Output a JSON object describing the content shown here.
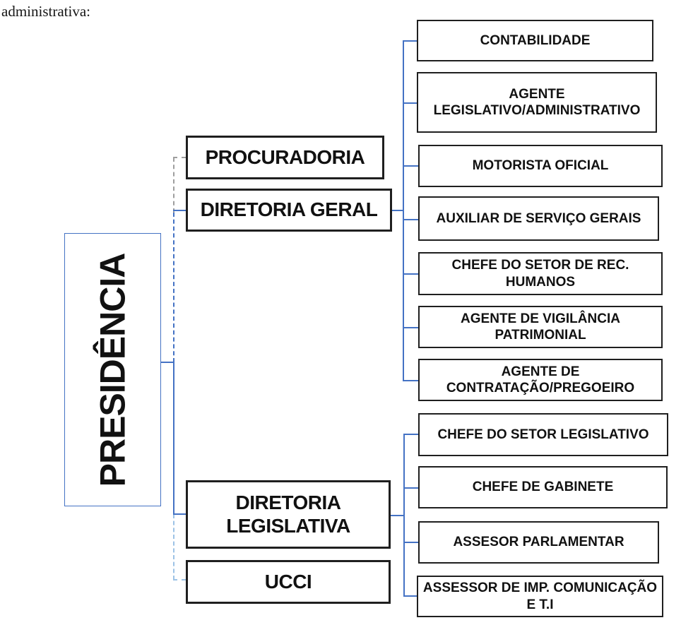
{
  "page": {
    "intro_text": "administrativa:"
  },
  "diagram": {
    "root": {
      "label": "PRESIDÊNCIA"
    },
    "level1": [
      {
        "label": "PROCURADORIA"
      },
      {
        "label": "DIRETORIA GERAL"
      },
      {
        "label": "DIRETORIA\nLEGISLATIVA"
      },
      {
        "label": "UCCI"
      }
    ],
    "diretoria_geral_children": [
      {
        "label": "CONTABILIDADE"
      },
      {
        "label": "AGENTE\nLEGISLATIVO/ADMINISTRATIVO"
      },
      {
        "label": "MOTORISTA OFICIAL"
      },
      {
        "label": "AUXILIAR DE SERVIÇO GERAIS"
      },
      {
        "label": "CHEFE DO SETOR DE REC.\nHUMANOS"
      },
      {
        "label": "AGENTE DE VIGILÂNCIA\nPATRIMONIAL"
      },
      {
        "label": "AGENTE DE\nCONTRATAÇÃO/PREGOEIRO"
      }
    ],
    "diretoria_legislativa_children": [
      {
        "label": "CHEFE DO SETOR LEGISLATIVO"
      },
      {
        "label": "CHEFE DE GABINETE"
      },
      {
        "label": "ASSESOR PARLAMENTAR"
      },
      {
        "label": "ASSESSOR DE IMP. COMUNICAÇÃO\nE T.I"
      }
    ]
  },
  "colors": {
    "connector_blue": "#4472C4",
    "connector_gray": "#9E9E9E",
    "connector_light_blue": "#9DC3E6",
    "box_border": "#1F1F1F",
    "presidencia_border": "#4472C4"
  }
}
